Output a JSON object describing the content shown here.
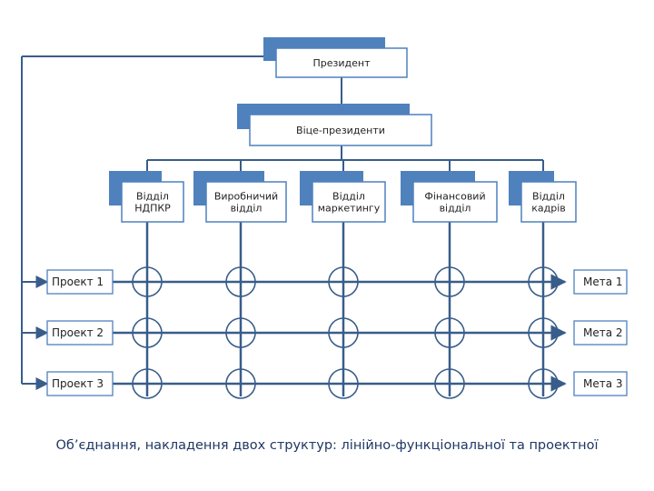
{
  "colors": {
    "accent": "#4f81bd",
    "line": "#385d8a",
    "text": "#222222",
    "caption": "#1f3864"
  },
  "top": {
    "president": [
      "Президент"
    ],
    "vice": [
      "Віце-президенти"
    ]
  },
  "departments": [
    {
      "lines": [
        "Відділ",
        "НДПКР"
      ]
    },
    {
      "lines": [
        "Виробничий",
        "відділ"
      ]
    },
    {
      "lines": [
        "Відділ",
        "маркетингу"
      ]
    },
    {
      "lines": [
        "Фінансовий",
        "відділ"
      ]
    },
    {
      "lines": [
        "Відділ",
        "кадрів"
      ]
    }
  ],
  "projects": [
    {
      "label": "Проект 1",
      "goal": "Мета 1"
    },
    {
      "label": "Проект 2",
      "goal": "Мета 2"
    },
    {
      "label": "Проект 3",
      "goal": "Мета 3"
    }
  ],
  "caption": "Об’єднання, накладення двох структур: лінійно-функціональної та проектної"
}
